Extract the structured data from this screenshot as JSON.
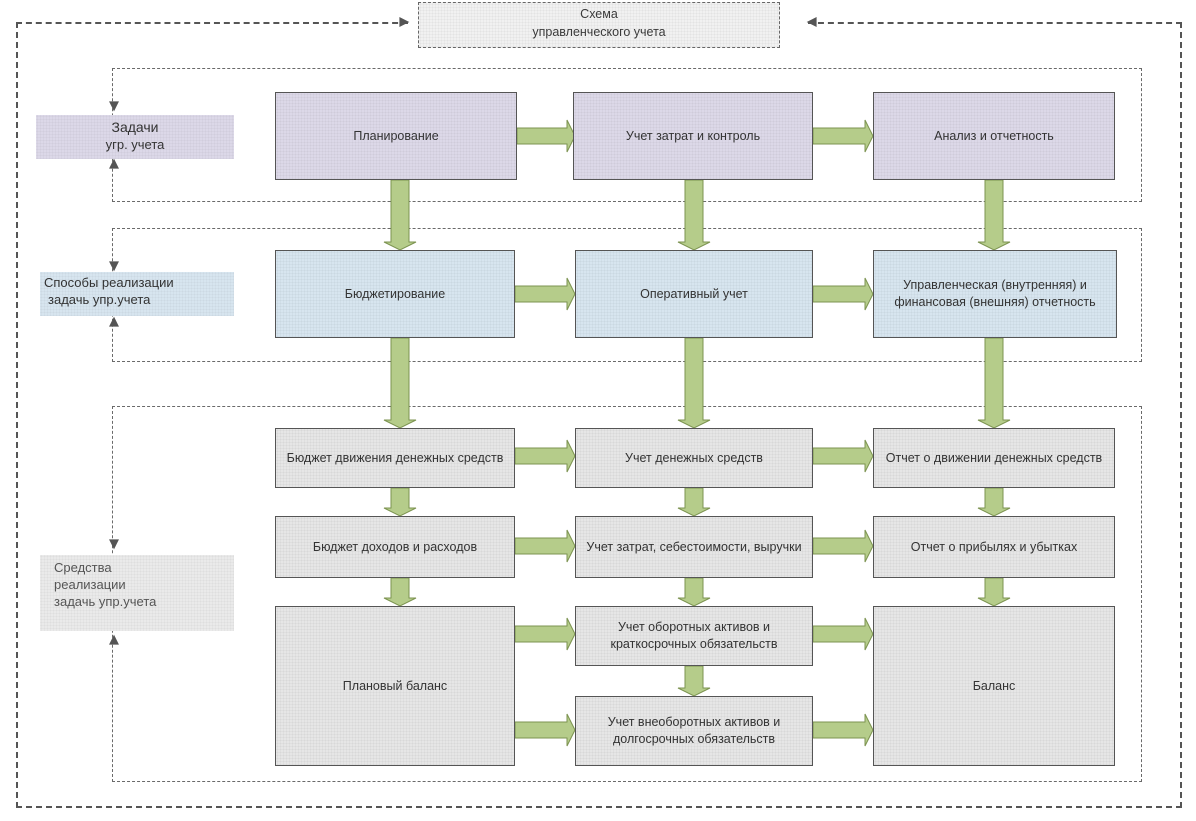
{
  "title": {
    "line1": "Схема",
    "line2": "управленческого учета"
  },
  "colors": {
    "tasks_fill": "#dcd8e8",
    "methods_fill": "#d7e5ef",
    "means_fill": "#e6e6e6",
    "arrow_fill": "#b5cc8a",
    "arrow_stroke": "#7c9350"
  },
  "row_labels": {
    "tasks": {
      "line1": "Задачи",
      "line2": "угр. учета"
    },
    "methods": {
      "line1": "Способы реализации",
      "line2": "задачь упр.учета"
    },
    "means": {
      "line1": "Средства",
      "line2": "реализации",
      "line3": "задачь упр.учета"
    }
  },
  "tasks": {
    "planning": "Планирование",
    "cost_control": "Учет затрат и контроль",
    "analysis": "Анализ и отчетность"
  },
  "methods": {
    "budgeting": "Бюджетирование",
    "operational": "Оперативный учет",
    "reporting": "Управленческая (внутренняя) и финансовая (внешняя) отчетность"
  },
  "means": {
    "cash_budget": "Бюджет движения денежных средств",
    "income_budget": "Бюджет доходов и расходов",
    "planned_balance": "Плановый баланс",
    "cash_accounting": "Учет денежных средств",
    "cost_accounting": "Учет затрат, себестоимости, выручки",
    "current_assets": "Учет оборотных активов и краткосрочных обязательств",
    "noncurrent_assets": "Учет внеоборотных активов и долгосрочных обязательств",
    "cash_flow_report": "Отчет о движении денежных средств",
    "pnl_report": "Отчет о прибылях и убытках",
    "balance": "Баланс"
  }
}
